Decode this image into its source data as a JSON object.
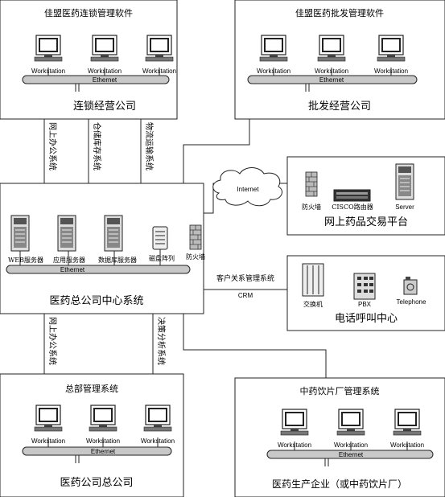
{
  "boxes": {
    "chain": {
      "software": "佳盟医药连锁管理软件",
      "workstation_labels": [
        "Workstation",
        "Workstation",
        "Workstation"
      ],
      "network_label": "Ethernet",
      "caption": "连锁经营公司"
    },
    "wholesale": {
      "software": "佳盟医药批发管理软件",
      "workstation_labels": [
        "Workstation",
        "Workstation",
        "Workstation"
      ],
      "network_label": "Ethernet",
      "caption": "批发经营公司"
    },
    "platform": {
      "firewall_label": "防火墙",
      "router_label": "CISCO路由器",
      "server_label": "Server",
      "caption": "网上药品交易平台"
    },
    "center": {
      "server_labels": [
        "WEB服务器",
        "应用服务器",
        "数据库服务器"
      ],
      "storage_label": "磁盘阵列",
      "firewall_label": "防火墙",
      "network_label": "Ethernet",
      "caption": "医药总公司中心系统"
    },
    "callcenter": {
      "switch_label": "交换机",
      "pbx_label": "PBX",
      "phone_label": "Telephone",
      "caption": "电话呼叫中心"
    },
    "hq": {
      "software": "总部管理系统",
      "workstation_labels": [
        "Workstation",
        "Workstation",
        "Workstation"
      ],
      "network_label": "Ethernet",
      "caption": "医药公司总公司"
    },
    "factory": {
      "software": "中药饮片厂管理系统",
      "workstation_labels": [
        "Workstation",
        "Workstation",
        "Workstation"
      ],
      "network_label": "Ethernet",
      "caption": "医药生产企业（或中药饮片厂）"
    }
  },
  "links": {
    "internet": "Internet",
    "crm_line1": "客户关系管理系统",
    "crm_line2": "CRM",
    "upper_vertical": [
      "网上办公系统",
      "仓储库存系统",
      "物流运输系统"
    ],
    "lower_vertical": [
      "网上办公系统",
      "决策分析系统"
    ]
  },
  "colors": {
    "line": "#222222",
    "monitor_screen": "#ffffff",
    "cable": "#c8c8c8"
  }
}
